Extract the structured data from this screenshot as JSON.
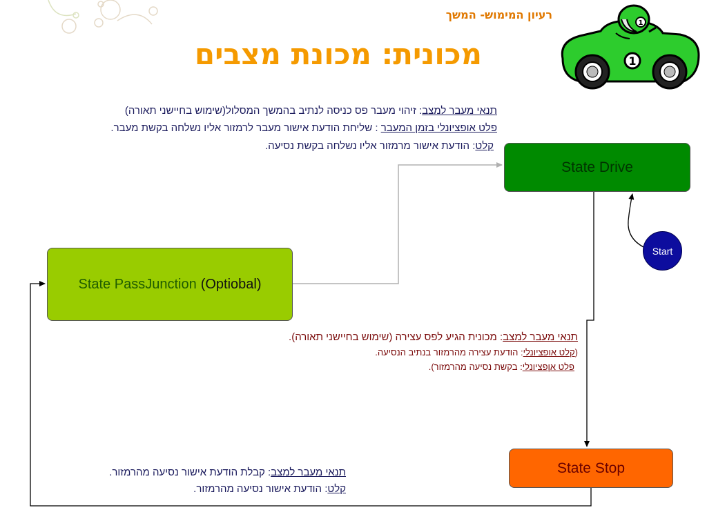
{
  "header": {
    "subtitle": "רעיון המימוש- המשך",
    "title": "מכונית: מכונת מצבים"
  },
  "states": {
    "drive": "State Drive",
    "pass_junction": "State PassJunction",
    "pass_junction_note": "(Optiobal)",
    "stop": "State Stop",
    "start": "Start"
  },
  "top_text": {
    "line1_label": "תנאי מעבר למצב",
    "line1_text": ": זיהוי מעבר פס כניסה לנתיב בהמשך המסלול(שימוש בחיישני תאורה)",
    "line2_label": "פלט אופציונלי בזמן המעבר",
    "line2_text": " : שליחת הודעת אישור מעבר לרמזור אליו נשלחה בקשת מעבר.",
    "line3_label": "קלט",
    "line3_text": ": הודעת אישור מרמזור אליו נשלחה בקשת נסיעה."
  },
  "middle_text": {
    "line1_label": "תנאי מעבר למצב",
    "line1_text": ":  מכונית הגיע לפס עצירה (שימוש בחיישני תאורה).",
    "line2_prefix": "(",
    "line2_label": "קלט אופציונלי",
    "line2_text": ":  הודעת עצירה מהרמזור בנתיב הנסיעה.",
    "line3_label": "פלט אןפציונלי",
    "line3_text": ": בקשת נסיעה מהרמזור)."
  },
  "bottom_text": {
    "line1_label": "תנאי מעבר למצב",
    "line1_text": ":  קבלת הודעת אישור נסיעה מהרמזור.",
    "line2_label": "קלט",
    "line2_text": ": הודעת אישור נסיעה מהרמזור."
  },
  "car_badge": {
    "helmet_number": "1",
    "door_number": "1"
  },
  "colors": {
    "drive": "#008a00",
    "pass_junction": "#99cc00",
    "stop": "#ff6600",
    "start": "#0d0d9e",
    "title": "#f59a00"
  }
}
